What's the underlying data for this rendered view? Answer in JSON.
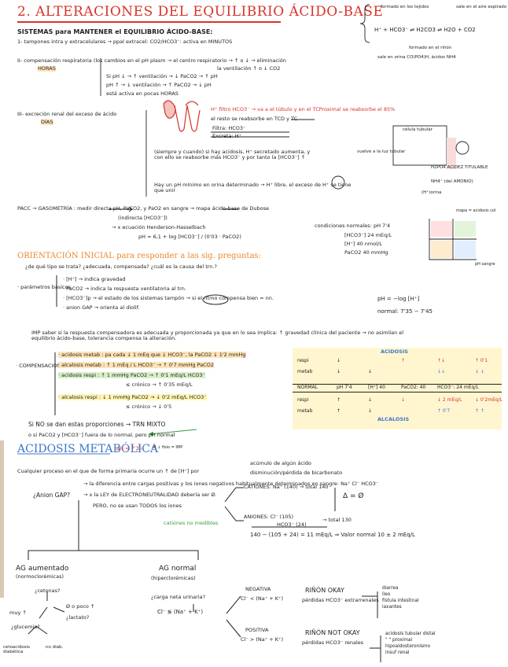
{
  "title": "2. ALTERACIONES DEL EQUILIBRIO ÁCIDO-BASE",
  "sistemas": {
    "heading": "SISTEMAS para MANTENER el EQUILIBRIO ÁCIDO-BASE:",
    "i1": "1- tampones intra y extracelulares → ppal extracel: CO2/HCO3⁻: activa en MINUTOS",
    "i2a": "II- compensación respiratoria   (los cambios en el pH plasm → el centro respiratorio → ↑ o ↓ → eliminación",
    "i2b": "HORAS",
    "i2c": "la ventilación     ↑ o ↓ CO2",
    "i2d": "Si pH ↓ → ↑ ventilación → ↓ PaCO2 → ↑ pH",
    "i2e": "pH ↑ → ↓ ventilación → ↑ PaCO2 → ↓ pH",
    "i2f": "está activa en pocas HORAS",
    "i3a": "III- excreción renal del exceso de ácido",
    "i3b": "DÍAS",
    "renal1": "H⁺ filtro HCO3⁻ → va a el túbulo y en el TCProximal se reabsorbe el 85%",
    "renal2": "el resto se reabsorbe en TCD y TC",
    "renal3": "Filtra: HCO3⁻",
    "renal4": "Excreta: H⁺",
    "renal5": "(siempre y cuando) si hay acidosis, H⁺ secretado aumenta, y con ello se reabsorbe más HCO3⁻ y por tanto la [HCO3⁻] ↑",
    "renal6": "Hay un pH mínimo en orina determinado → H⁺ libre, el exceso de H⁺ se tiene que unir",
    "renal7": "célula tubular",
    "renal8": "vuelve a la luz tubular",
    "renal9": "H2PO4 ACIDEZ TITULABLE",
    "renal10": "NH4⁺ (del AMONIO)",
    "renal11": "(H⁺)orina",
    "top1": "formado en los tejidos",
    "top2": "sale en el aire espirado",
    "top3": "H⁺ + HCO3⁻ ⇌ H2CO3 ⇌ H2O + CO2",
    "top4": "formado en el riñón",
    "top5": "sale en orina CO(PO4)H, ácidos NH4"
  },
  "pacc": {
    "line1": "PACC → GASOMETRÍA : medir directa pH, PaCO2, y PaO2 en sangre → mapa ácido-base de Dubose",
    "line2": "(indirecta [HCO3⁻])",
    "line3": "→ x ecuación Henderson-Hasselbach",
    "line4": "pH = 6,1 + log [HCO3⁻] / (0'03 · PaCO2)",
    "normal1": "condiciones normales: pH 7'4",
    "normal2": "[HCO3⁻] 24 mEq/L",
    "normal3": "[H⁺] 40 nmol/L",
    "normal4": "PaCO2 40 mmHg",
    "map_label": "mapa = acidosis col",
    "map_ph": "pH sangre"
  },
  "orientacion": {
    "heading": "ORIENTACIÓN INICIAL para responder a las sig. preguntas:",
    "q": "¿de qué tipo se trata? ¿adecuada, compensada? ¿cuál es la causa del trn.?",
    "params": "· parámetros básicos",
    "p1": "· [H⁺] → indica gravedad",
    "p2": "· PaCO2 → indica la respuesta ventilatoria al trn.",
    "p3": "· [HCO3⁻]p → el estado de los sistemas tampón → si el ritmo compensa bien = nn.",
    "p4": "· anion GAP → orienta al diolif.",
    "ph_formula": "pH = −log [H⁺]",
    "normal_range": "normal: 7'35 − 7'45"
  },
  "imp": "IMP saber si la respuesta compensadora es adecuada y proporcionada ya que en lo sea implica: ↑ gravedad clínica del paciente → no asimilan el equilibrio ácido-base, tolerancia compensa la alteración.",
  "compensacion": {
    "label": "· COMPENSACIÓN",
    "r1": "· acidosis metab : pa cada ↓ 1 mEq que ↓ HCO3⁻, la PaCO2 ↓ 1'2 mmHg",
    "r2": "· alcalosis metab : ↑ 1 mEq / L HCO3⁻ → ↑ 0'7 mmHg PaCO2",
    "r3": "· acidosis respi : ↑ 1 mmHg PaCO2 → ↑ 0'1 mEq/L HCO3⁻",
    "r4": "≤ crónico → ↑ 0'35 mEq/L",
    "r5": "· alcalosis respi : ↓ 1 mmHg PaCO2 → ↓ 0'2 mEq/L HCO3⁻",
    "r6": "≤ crónico → ↓ 0'5",
    "table": {
      "title_top": "ACIDOSIS",
      "title_bottom": "ALCALOSIS",
      "rows": [
        [
          "respi",
          "↓",
          "",
          "↑",
          "↑↓",
          "↑ 0'1"
        ],
        [
          "metab",
          "↓",
          "↓",
          "",
          "↓↓",
          "↓ ↓"
        ],
        [
          "NORMAL",
          "pH 7'4",
          "[H⁺] 40",
          "PaCO2: 40",
          "HCO3⁻: 24 mEq/L",
          ""
        ],
        [
          "respi",
          "↑",
          "↓",
          "↓",
          "↓ 2 mEq/L",
          "↓ 0'2mEq/L"
        ],
        [
          "metab",
          "↑",
          "↓",
          "",
          "↑ 0'7",
          "↑ ↑"
        ]
      ]
    }
  },
  "trnmixto": {
    "l1": "Si NO se dan estas proporciones → TRN MIXTO",
    "l2": "o si PaCO2 y [HCO3⁻] fuera de lo normal, pero pH normal"
  },
  "acidosis": {
    "heading": "ACIDOSIS METABÓLICA",
    "ph": "pH < 7'35",
    "ph2": "el ↓ fisio = IMP",
    "def": "Cualquier proceso en el que de forma primaria ocurre un ↑ de [H⁺] por",
    "causes1": "acúmulo de algún ácido",
    "causes2": "disminución/pérdida de bicarbonato",
    "gap_q": "¿Anion GAP?",
    "gap1": "→ la diferencia entre cargas positivas y los iones negativos habitualmente determinados en sangre: Na⁺ Cl⁻ HCO3⁻",
    "gap2": "→ x la LEY de ELECTRONEUTRALIDAD debería ser Ø.",
    "gap3": "PERO, no se usan TODOS los iones",
    "cationes": "CATIONES: Na⁺ (140) → total 140",
    "aniones": "ANIONES: Cl⁻ (105)",
    "aniones2": "HCO3⁻ (24)",
    "total_an": "→ total 130",
    "delta": "Δ = Ø",
    "no_medibles": "cationes no medibles",
    "formula": "140 − (105 + 24) = 11 mEq/L ⇒ Valor normal 10 ± 2 mEq/L",
    "tree": {
      "left_title": "AG aumentado",
      "left_sub": "(normoclorémicas)",
      "cetonas": "¿cetonas?",
      "no_poco": "Ø o poco ↑",
      "lactato": "¿lactato?",
      "muy": "muy ↑",
      "glucemia": "¿glucemia?",
      "cetoacidosis": "cetoacidosis diabética",
      "nodiab": "no diab.",
      "mid_title": "AG normal",
      "mid_sub": "(hiperclorémicas)",
      "carga": "¿carga neta urinaria?",
      "formula_cl": "Cl⁻ ≶ (Na⁺ + K⁺)",
      "neg_title": "NEGATIVA",
      "neg_formula": "Cl⁻ < (Na⁺ + K⁺)",
      "pos_title": "POSITIVA",
      "pos_formula": "Cl⁻ > (Na⁺ + K⁺)",
      "rinon_ok": "RIÑÓN OKAY",
      "rinon_ok_sub": "pérdidas HCO3⁻ extrarrenales",
      "rinon_no": "RIÑÓN NOT OKAY",
      "rinon_no_sub": "pérdidas HCO3⁻ renales",
      "ok_list": [
        "diarrea",
        "íleo",
        "fístula intestinal",
        "laxantes"
      ],
      "no_list": [
        "acidosis tubular distal",
        "\" \" proximal",
        "hipoaldosteronismo",
        "insuf renal"
      ]
    }
  }
}
